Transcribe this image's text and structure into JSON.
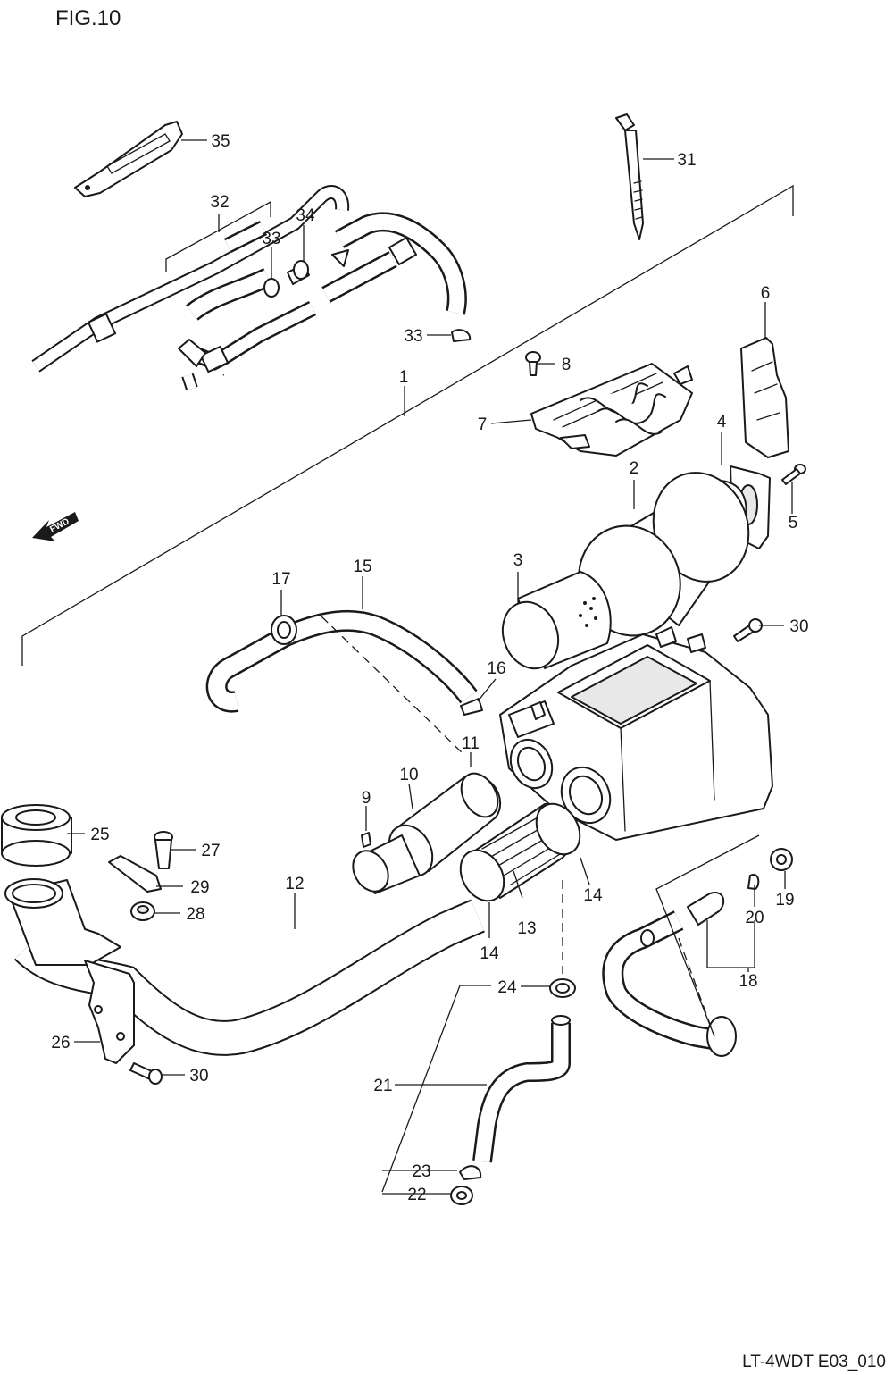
{
  "figure_title": "FIG.10",
  "drawing_code": "LT-4WDT E03_010",
  "fwd_label": "FWD",
  "callouts": [
    "1",
    "2",
    "3",
    "4",
    "5",
    "6",
    "7",
    "8",
    "9",
    "10",
    "11",
    "12",
    "13",
    "14",
    "14",
    "15",
    "16",
    "17",
    "18",
    "19",
    "20",
    "21",
    "22",
    "23",
    "24",
    "25",
    "26",
    "27",
    "28",
    "29",
    "30",
    "30",
    "31",
    "32",
    "33",
    "33",
    "34",
    "35"
  ]
}
